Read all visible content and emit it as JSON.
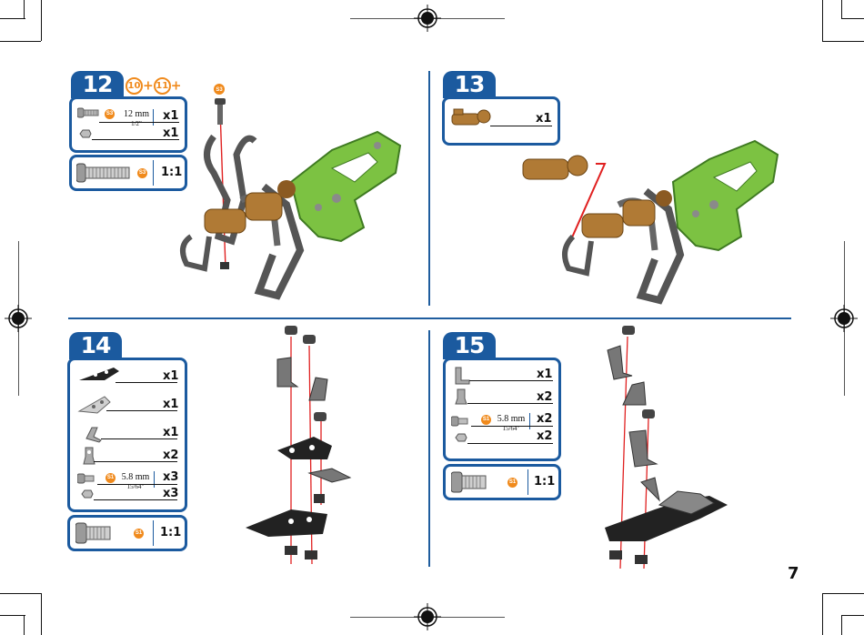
{
  "page_number": "7",
  "step12": {
    "number": "12",
    "prev_steps": [
      "10",
      "11"
    ],
    "plus": "+",
    "parts": [
      {
        "icon": "screw-icon",
        "badge": "S3",
        "size_mm": "12 mm",
        "size_in": "1/2\"",
        "qty": "x1"
      },
      {
        "icon": "nut-icon",
        "qty": "x1"
      }
    ],
    "scale_badge": "S3",
    "scale": "1:1",
    "assembly_badge": "S3"
  },
  "step13": {
    "number": "13",
    "parts": [
      {
        "icon": "joint-connector-icon",
        "qty": "x1"
      }
    ]
  },
  "step14": {
    "number": "14",
    "parts": [
      {
        "icon": "black-plate-icon",
        "qty": "x1"
      },
      {
        "icon": "silver-plate-icon",
        "qty": "x1"
      },
      {
        "icon": "angle-bracket-icon",
        "qty": "x1"
      },
      {
        "icon": "small-bracket-icon",
        "qty": "x2"
      },
      {
        "icon": "screw-icon",
        "badge": "S1",
        "size_mm": "5.8 mm",
        "size_in": "15/64\"",
        "qty": "x3"
      },
      {
        "icon": "nut-icon",
        "qty": "x3"
      }
    ],
    "scale_badge": "S1",
    "scale": "1:1"
  },
  "step15": {
    "number": "15",
    "parts": [
      {
        "icon": "angle-bracket-icon",
        "qty": "x1"
      },
      {
        "icon": "small-bracket-icon",
        "qty": "x2"
      },
      {
        "icon": "screw-icon",
        "badge": "S1",
        "size_mm": "5.8 mm",
        "size_in": "15/64\"",
        "qty": "x2"
      },
      {
        "icon": "nut-icon",
        "qty": "x2"
      }
    ],
    "scale_badge": "S1",
    "scale": "1:1"
  },
  "colors": {
    "blue": "#1b5a9f",
    "orange": "#f08a1c",
    "green": "#7cc242",
    "bronze": "#b07a35",
    "red": "#e02020"
  }
}
